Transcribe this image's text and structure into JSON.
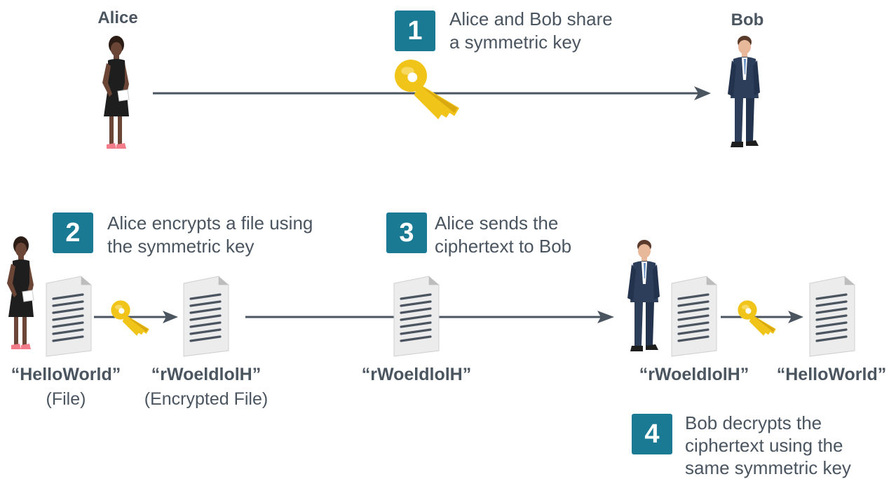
{
  "people": {
    "alice": "Alice",
    "bob": "Bob"
  },
  "steps": [
    {
      "number": "1",
      "lines": [
        "Alice and Bob share",
        "a symmetric key"
      ]
    },
    {
      "number": "2",
      "lines": [
        "Alice encrypts a file using",
        "the symmetric key"
      ]
    },
    {
      "number": "3",
      "lines": [
        "Alice sends the",
        "ciphertext to Bob"
      ]
    },
    {
      "number": "4",
      "lines": [
        "Bob decrypts the",
        "ciphertext using the",
        "same symmetric key"
      ]
    }
  ],
  "files": {
    "plain_label": "“HelloWorld”",
    "plain_sub": "(File)",
    "enc_label": "“rWoeldlolH”",
    "enc_sub": "(Encrypted File)",
    "sent_label": "“rWoeldlolH”",
    "bob_enc_label": "“rWoeldlolH”",
    "bob_plain_label": "“HelloWorld”"
  },
  "colors": {
    "accent": "#1a7a94",
    "text": "#4a5560",
    "arrow": "#4a5560",
    "key": "#f0c419"
  }
}
